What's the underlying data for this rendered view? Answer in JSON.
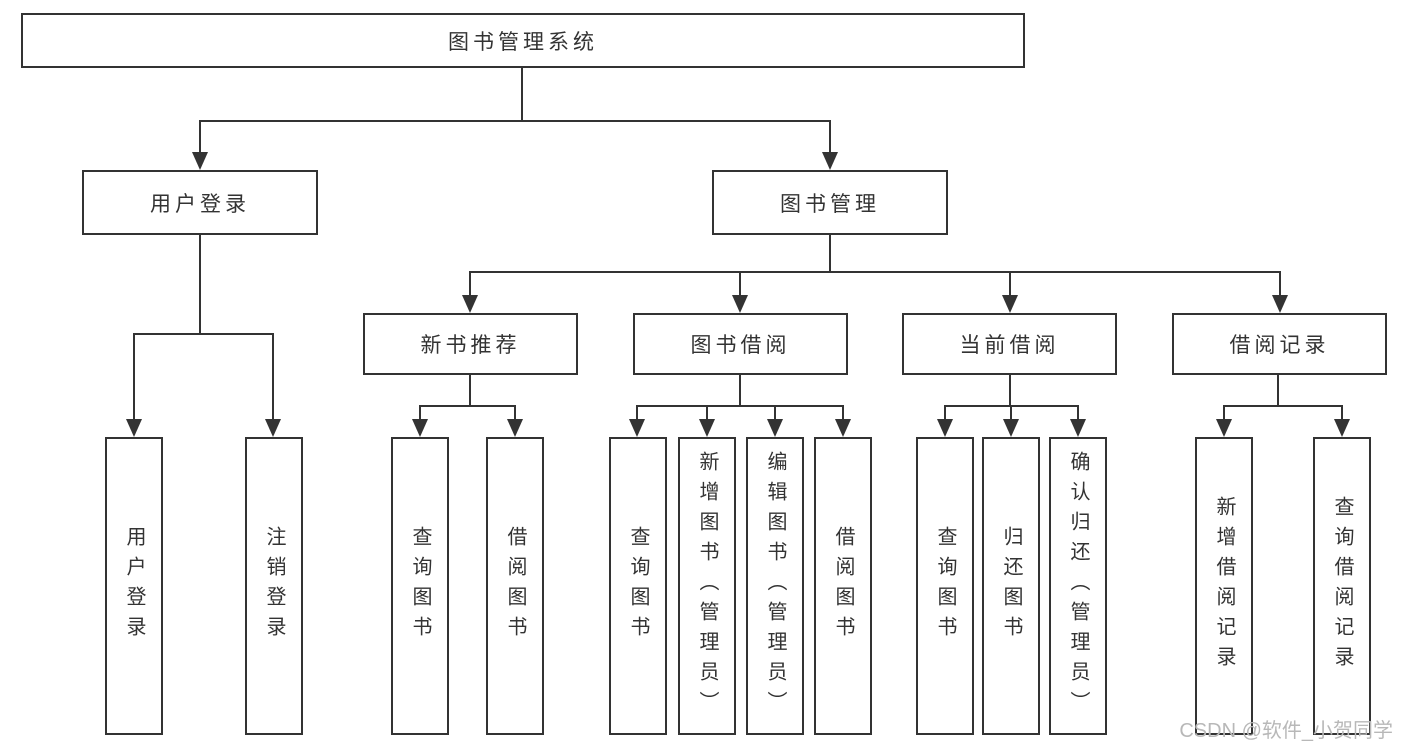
{
  "root": {
    "label": "图书管理系统"
  },
  "level2": [
    {
      "label": "用户登录"
    },
    {
      "label": "图书管理"
    }
  ],
  "level3": [
    {
      "label": "新书推荐"
    },
    {
      "label": "图书借阅"
    },
    {
      "label": "当前借阅"
    },
    {
      "label": "借阅记录"
    }
  ],
  "leaves": [
    {
      "label": "用户登录"
    },
    {
      "label": "注销登录"
    },
    {
      "label": "查询图书"
    },
    {
      "label": "借阅图书"
    },
    {
      "label": "查询图书"
    },
    {
      "label": "新增图书（管理员）"
    },
    {
      "label": "编辑图书（管理员）"
    },
    {
      "label": "借阅图书"
    },
    {
      "label": "查询图书"
    },
    {
      "label": "归还图书"
    },
    {
      "label": "确认归还（管理员）"
    },
    {
      "label": "新增借阅记录"
    },
    {
      "label": "查询借阅记录"
    }
  ],
  "watermark": {
    "label": "CSDN @软件_小贺同学"
  },
  "colors": {
    "line": "#333333",
    "text": "#333333",
    "background": "#ffffff",
    "watermark": "#b8b8b8"
  }
}
